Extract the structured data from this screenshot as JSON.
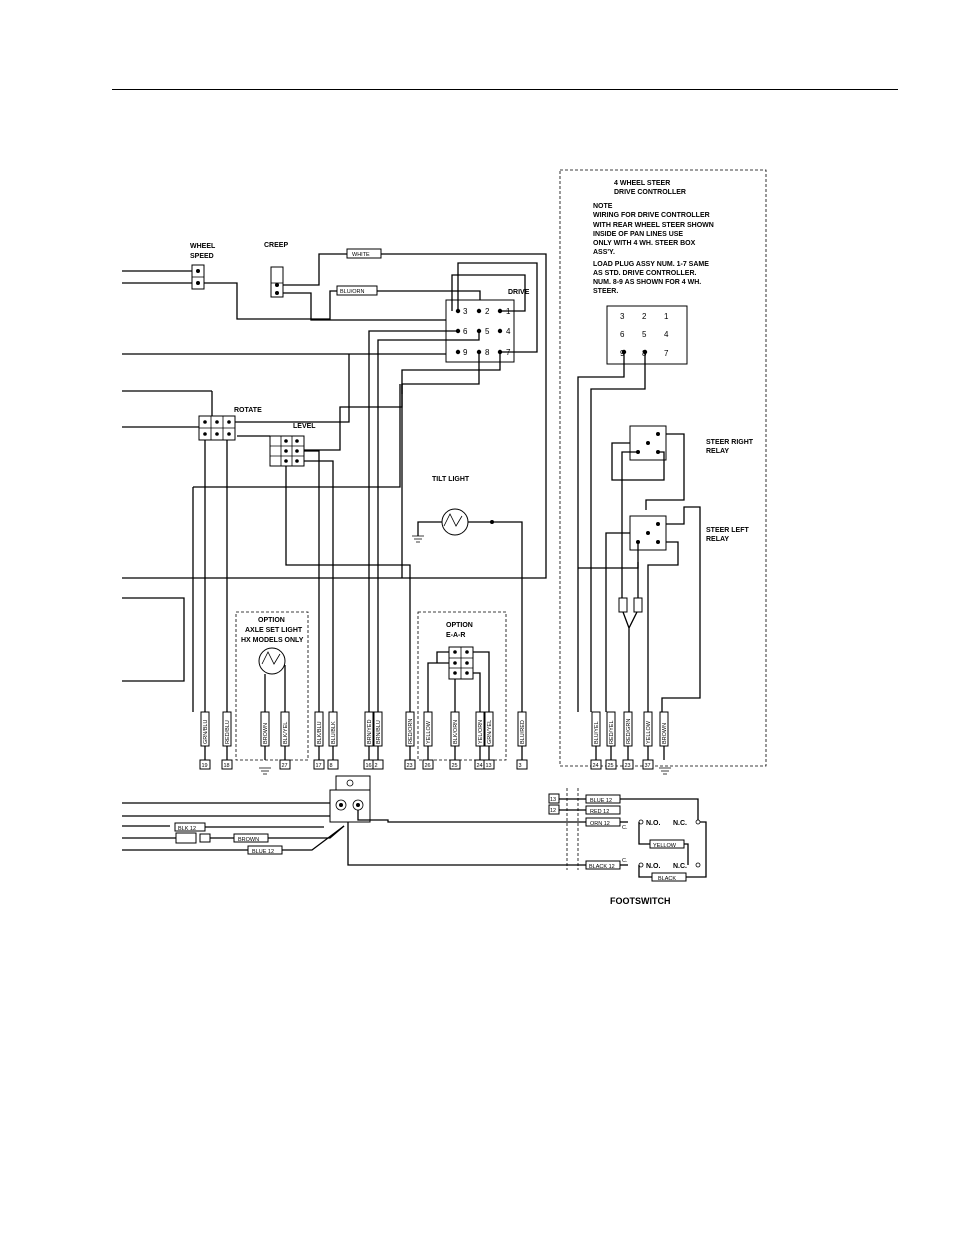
{
  "labels": {
    "wheel_speed_1": "WHEEL",
    "wheel_speed_2": "SPEED",
    "creep": "CREEP",
    "drive": "DRIVE",
    "rotate": "ROTATE",
    "level": "LEVEL",
    "tilt_light": "TILT LIGHT",
    "option_axle": [
      "OPTION",
      "AXLE SET LIGHT",
      "HX MODELS ONLY"
    ],
    "option_ear": [
      "OPTION",
      "E-A-R"
    ],
    "steer_right": [
      "STEER RIGHT",
      "RELAY"
    ],
    "steer_left": [
      "STEER LEFT",
      "RELAY"
    ],
    "footswitch": "FOOTSWITCH",
    "four_wheel_note": [
      "4 WHEEL STEER",
      "DRIVE CONTROLLER",
      "NOTE",
      "WIRING FOR DRIVE CONTROLLER",
      "WITH REAR WHEEL STEER SHOWN",
      "INSIDE OF PAN LINES USE",
      "ONLY WITH 4 WH. STEER BOX",
      "ASS'Y.",
      "LOAD PLUG ASSY NUM. 1-7 SAME",
      "AS STD. DRIVE CONTROLLER.",
      "NUM. 8-9 AS SHOWN FOR 4 WH.",
      "STEER."
    ]
  },
  "top_wires": {
    "white": "WHITE",
    "blu_orn": "BLU/ORN"
  },
  "bottom_wires": [
    {
      "color": "GRN/BLU",
      "num": "19"
    },
    {
      "color": "RED/BLU",
      "num": "18"
    },
    {
      "color": "BROWN",
      "num": ""
    },
    {
      "color": "BLK/YEL",
      "num": "27"
    },
    {
      "color": "BLK/BLU",
      "num": "17"
    },
    {
      "color": "BLU/BLK",
      "num": "8"
    },
    {
      "color": "BRN/YED",
      "num": "16"
    },
    {
      "color": "BRN/BLU",
      "num": "2"
    },
    {
      "color": "RED/ORN",
      "num": "23"
    },
    {
      "color": "YELLOW",
      "num": "26"
    },
    {
      "color": "BLK/ORN",
      "num": "25"
    },
    {
      "color": "YEL/ORN",
      "num": "24"
    },
    {
      "color": "GRN/YEL",
      "num": "13"
    },
    {
      "color": "BLU/RED",
      "num": "3"
    },
    {
      "color": "BLU/YEL",
      "num": "24"
    },
    {
      "color": "RED/YEL",
      "num": "25"
    },
    {
      "color": "RED/GRN",
      "num": "23"
    },
    {
      "color": "YELLOW",
      "num": "37"
    },
    {
      "color": "BROWN",
      "num": ""
    }
  ],
  "drive_pins": [
    "3",
    "2",
    "1",
    "6",
    "5",
    "4",
    "9",
    "8",
    "7"
  ],
  "footswitch_wires": {
    "blue": "BLUE 12",
    "red": "RED 12",
    "orn": "ORN 12",
    "black": "BLACK 12",
    "yellow": "YELLOW",
    "black2": "BLACK",
    "no": "N.O.",
    "nc": "N.C.",
    "c": "C.",
    "pin_top": "13",
    "pin_bot": "12"
  },
  "lower_left_wires": {
    "blk": "BLK 12",
    "brown": "BROWN",
    "blue": "BLUE 12"
  }
}
